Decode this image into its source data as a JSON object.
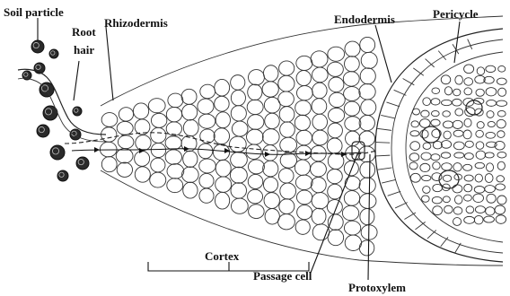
{
  "labels": {
    "soil_particle": "Soil particle",
    "root_hair_1": "Root",
    "root_hair_2": "hair",
    "rhizodermis": "Rhizodermis",
    "endodermis": "Endodermis",
    "pericycle": "Pericycle",
    "cortex": "Cortex",
    "passage_cell": "Passage cell",
    "protoxylem": "Protoxylem"
  },
  "colors": {
    "ink": "#111111",
    "cell_outline": "#333333",
    "background": "#ffffff"
  }
}
